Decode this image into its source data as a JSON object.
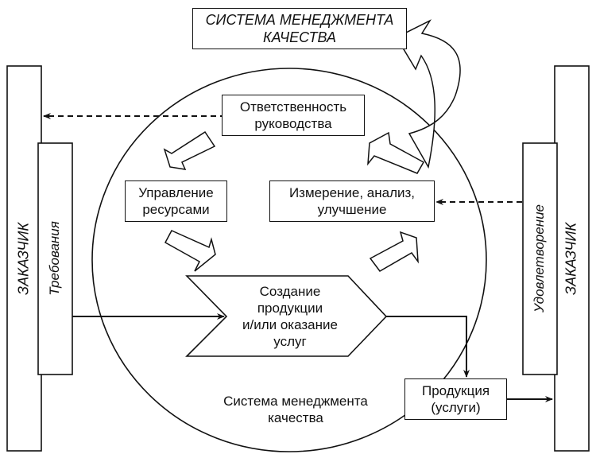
{
  "title_box": {
    "lines": [
      "СИСТЕМА МЕНЕДЖМЕНТА",
      "КАЧЕСТВА"
    ]
  },
  "left_customer": {
    "label": "ЗАКАЗЧИК",
    "sub_label": "Требования"
  },
  "right_customer": {
    "label": "ЗАКАЗЧИК",
    "sub_label": "Удовлетворение"
  },
  "management_responsibility": {
    "lines": [
      "Ответственность",
      "руководства"
    ]
  },
  "resource_management": {
    "lines": [
      "Управление",
      "ресурсами"
    ]
  },
  "measurement": {
    "lines": [
      "Измерение, анализ,",
      "улучшение"
    ]
  },
  "product_realization": {
    "lines": [
      "Создание",
      "продукции",
      "и/или оказание",
      "услуг"
    ]
  },
  "product_output": {
    "lines": [
      "Продукция",
      "(услуги)"
    ]
  },
  "circle_caption": {
    "lines": [
      "Система менеджмента",
      "качества"
    ]
  },
  "colors": {
    "stroke": "#111111",
    "background": "#ffffff"
  }
}
